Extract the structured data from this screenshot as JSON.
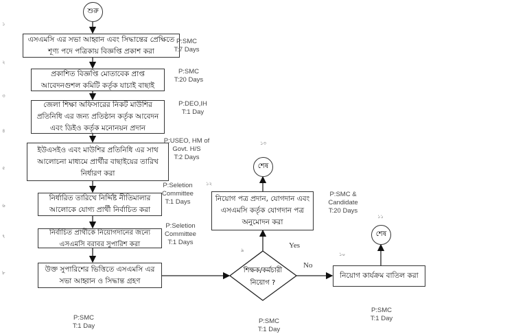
{
  "start": "শুরু",
  "end": "শেষ",
  "steps": [
    {
      "num": "১",
      "text": "এসএমসি এর সভা আহ্বান এবং সিদ্ধান্তের প্রেক্ষিতে শূণ্য পদে পত্রিকায় বিজ্ঞপ্তি প্রকাশ করা",
      "note": "P:SMC\nT:7 Days"
    },
    {
      "num": "২",
      "text": "প্রকাশিত বিজ্ঞপ্তি মোতাবেক প্রাপ্ত আবেদনগুশল কমিটি কর্তৃক যাচাই বাছাই",
      "note": "P:SMC\nT:20 Days"
    },
    {
      "num": "৩",
      "text": "জেলা শিক্ষা অফিসারের নিকট মাউশির প্রতিনিধি এর জন্য প্রতিষ্ঠান কর্তৃক আবেদন এবং ডিইও কর্তৃক মনোনয়ন প্রদান",
      "note": "P:DEO,IH\nT:1 Day"
    },
    {
      "num": "৪",
      "text": "",
      "note": ""
    },
    {
      "num": "৫",
      "text": "ইউএসইও এবং মাউশির প্রতিনিধি এর সাথ আলোচনা মাধ্যমে প্রার্থীর বাছাইয়ের তারিখ নির্ধারণ করা",
      "note": "P:USEO, HM of\nGovt. H/S\nT:2 Days"
    },
    {
      "num": "৬",
      "text": "নির্ধারিত তারিখে নির্দ্দিষ্ট নীতিমালার আলোকে যোগ্য প্রার্থী নির্বাচিত করা",
      "note": "P:Seletion\nCommittee\nT:1 Days"
    },
    {
      "num": "৭",
      "text": "নির্বাচিত প্রার্থীকে নিয়োগদানের জন্যে এসএমসি বরাবর সুপারিশ করা",
      "note": "P:Seletion\nCommittee\nT:1 Days"
    },
    {
      "num": "৮",
      "text": "উক্ত সুপারিশের ভিত্তিতে এসএমসি এর সভা আহ্বান ও সিদ্ধান্ত গ্রহণ",
      "note": "P:SMC\nT:1 Day"
    }
  ],
  "decision": {
    "num": "৯",
    "text": "শিক্ষক/কর্মচারী নিয়োগ ?",
    "note": "P:SMC\nT:1 Day",
    "yes": "Yes",
    "no": "No"
  },
  "no_branch": {
    "num": "১০",
    "text": "নিয়োগ কার্যক্রম বাতিল করা",
    "note": "P:SMC\nT:1 Day",
    "end_num": "১১"
  },
  "yes_branch": {
    "num": "১২",
    "text": "নিয়োগ পত্র প্রদান, যোগদান এবং এসএমসি কর্তৃক যোগদান পত্র অনুমোদন করা",
    "note": "P:SMC &\nCandidate\nT:20 Days",
    "end_num": "১৩"
  }
}
